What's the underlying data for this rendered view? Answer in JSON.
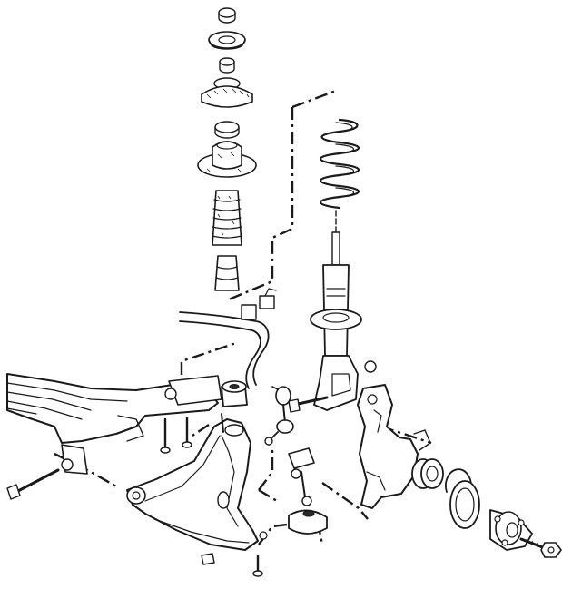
{
  "diagram": {
    "kind": "exploded-view",
    "components": [
      "strut-top-nut",
      "strut-mount-washer",
      "strut-bearing-nut",
      "upper-strut-mount",
      "bump-stop-cup",
      "spring-seat",
      "dust-boot",
      "bump-stop",
      "coil-spring",
      "strut-damper",
      "stabilizer-bar",
      "stabilizer-link",
      "subframe",
      "control-arm",
      "control-arm-bushing",
      "ball-joint",
      "steering-knuckle",
      "wheel-bearing",
      "snap-ring",
      "wheel-hub",
      "hub-nut",
      "mounting-bolts"
    ]
  }
}
